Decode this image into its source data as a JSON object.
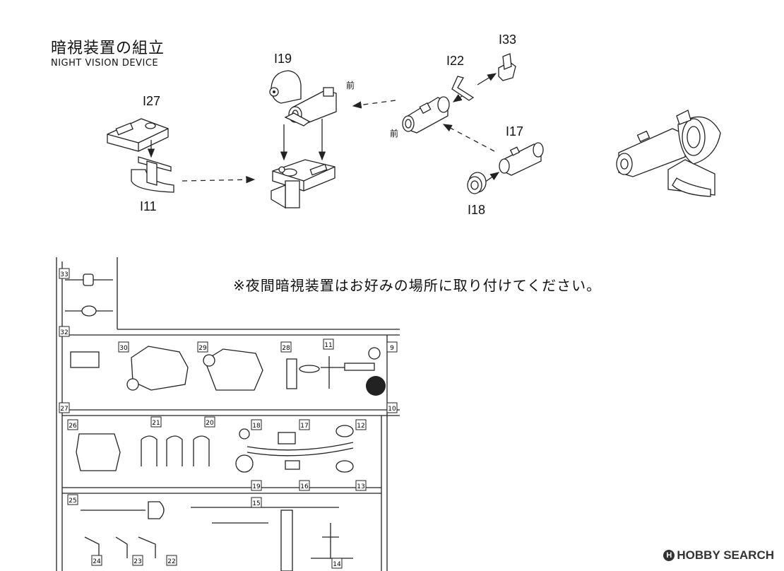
{
  "title": {
    "jp": "暗視装置の組立",
    "en": "NIGHT VISION DEVICE"
  },
  "parts": {
    "i27": "I27",
    "i11": "I11",
    "i19": "I19",
    "i22": "I22",
    "i33": "I33",
    "i17": "I17",
    "i18": "I18",
    "front_1": "前",
    "front_2": "前"
  },
  "note": "※夜間暗視装置はお好みの場所に取り付けてください。",
  "sprue_numbers": [
    "33",
    "32",
    "30",
    "29",
    "28",
    "11",
    "9",
    "27",
    "26",
    "21",
    "20",
    "18",
    "17",
    "12",
    "10",
    "25",
    "19",
    "16",
    "15",
    "13",
    "14",
    "24",
    "23",
    "22"
  ],
  "watermark": {
    "badge": "H",
    "text": "HOBBY SEARCH"
  }
}
